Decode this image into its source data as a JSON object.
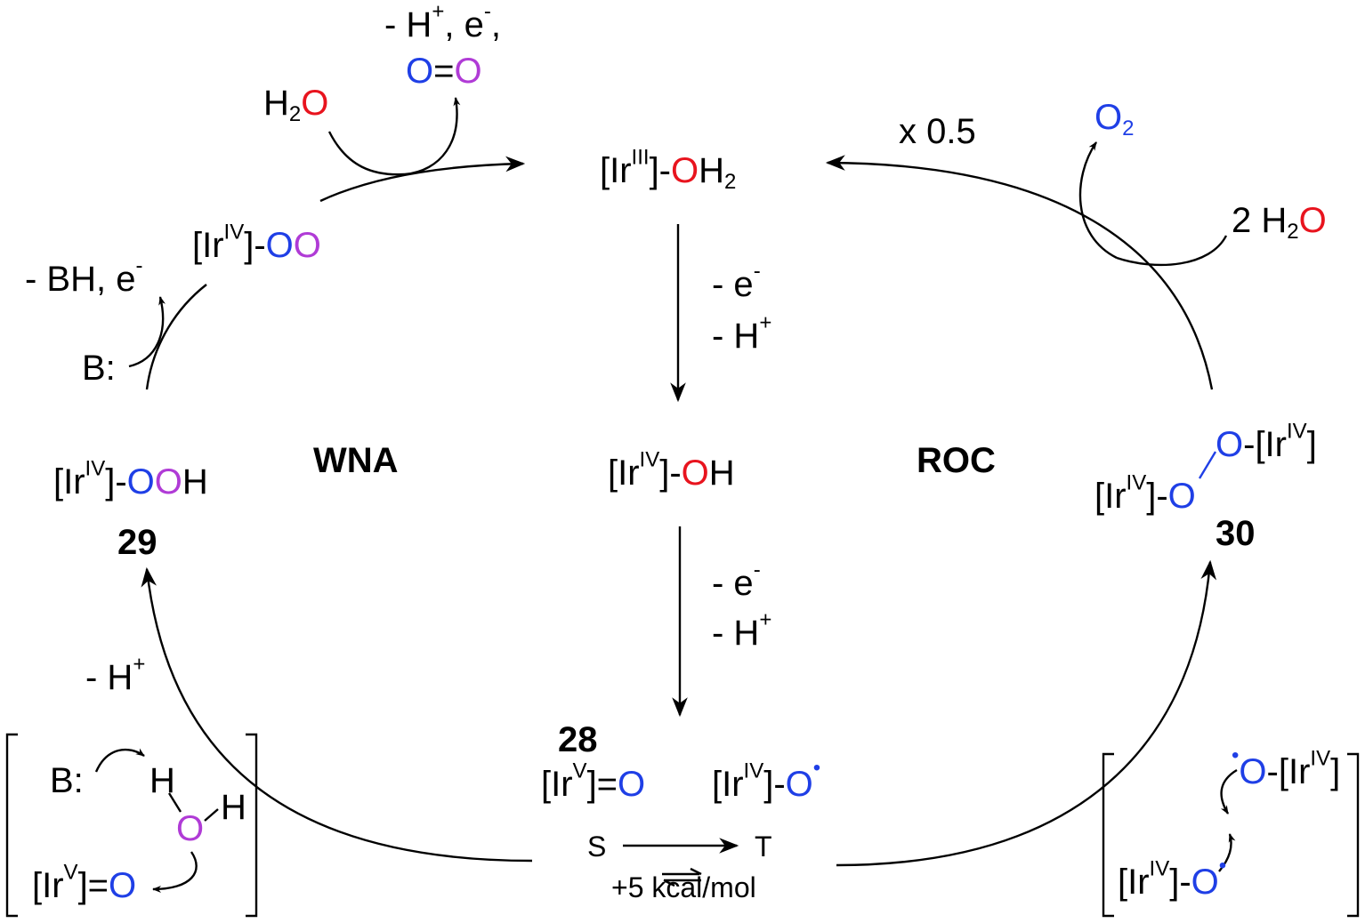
{
  "labels": {
    "ir3_oh2": {
      "pre": "[Ir",
      "sup": "III",
      "mid": "]-",
      "o": "O",
      "post": "H",
      "sub": "2"
    },
    "step1_e": "- e",
    "step1_e_sup": "-",
    "step1_h": "- H",
    "step1_h_sup": "+",
    "ir4_oh": {
      "pre": "[Ir",
      "sup": "IV",
      "mid": "]-",
      "o": "O",
      "post": "H"
    },
    "step2_e": "- e",
    "step2_e_sup": "-",
    "step2_h": "- H",
    "step2_h_sup": "+",
    "wna": "WNA",
    "roc": "ROC",
    "cmpd28": "28",
    "cmpd29": "29",
    "cmpd30": "30",
    "ir5_oxo": {
      "pre": "[Ir",
      "sup": "V",
      "mid": "]=",
      "o": "O"
    },
    "ir4_oxyl": {
      "pre": "[Ir",
      "sup": "IV",
      "mid": "]-",
      "o": "O",
      "dot": "•"
    },
    "s_label": "S",
    "t_label": "T",
    "energy": "+5 kcal/mol",
    "ir4_ooh": {
      "pre": "[Ir",
      "sup": "IV",
      "mid": "]-",
      "o1": "O",
      "o2": "O",
      "post": "H"
    },
    "ir4_oo": {
      "pre": "[Ir",
      "sup": "IV",
      "mid": "]-",
      "o1": "O",
      "o2": "O"
    },
    "h2o_top": {
      "h": "H",
      "sub": "2",
      "o": "O"
    },
    "top_loss": {
      "pre": "- H",
      "sup1": "+",
      "mid": ", e",
      "sup2": "-",
      "post": ","
    },
    "o_eq_o": {
      "o1": "O",
      "eq": "=",
      "o2": "O"
    },
    "bh_loss": {
      "pre": "- BH, e",
      "sup": "-"
    },
    "base": "B:",
    "left_h": "- H",
    "left_h_sup": "+",
    "x05": "x 0.5",
    "o2_product": {
      "o": "O",
      "sub": "2"
    },
    "two_h2o": {
      "pre": "2 H",
      "sub": "2",
      "o": "O"
    },
    "ir30_top": {
      "o": "O",
      "mid": "-[Ir",
      "sup": "IV",
      "post": "]"
    },
    "ir30_bottom": {
      "pre": "[Ir",
      "sup": "IV",
      "mid": "]-",
      "o": "O"
    },
    "inset_left": {
      "base": "B:",
      "h1": "H",
      "h2": "H",
      "o": "O",
      "ir": {
        "pre": "[Ir",
        "sup": "V",
        "mid": "]=",
        "o": "O"
      }
    },
    "inset_right": {
      "top": {
        "dot": "•",
        "o": "O",
        "mid": "-[Ir",
        "sup": "IV",
        "post": "]"
      },
      "bottom": {
        "pre": "[Ir",
        "sup": "IV",
        "mid": "]-",
        "o": "O",
        "dot": "•"
      }
    }
  },
  "colors": {
    "oxygen_water": "#e8141e",
    "oxygen_oxo": "#1f3fe6",
    "oxygen_attack": "#b03bd6"
  }
}
